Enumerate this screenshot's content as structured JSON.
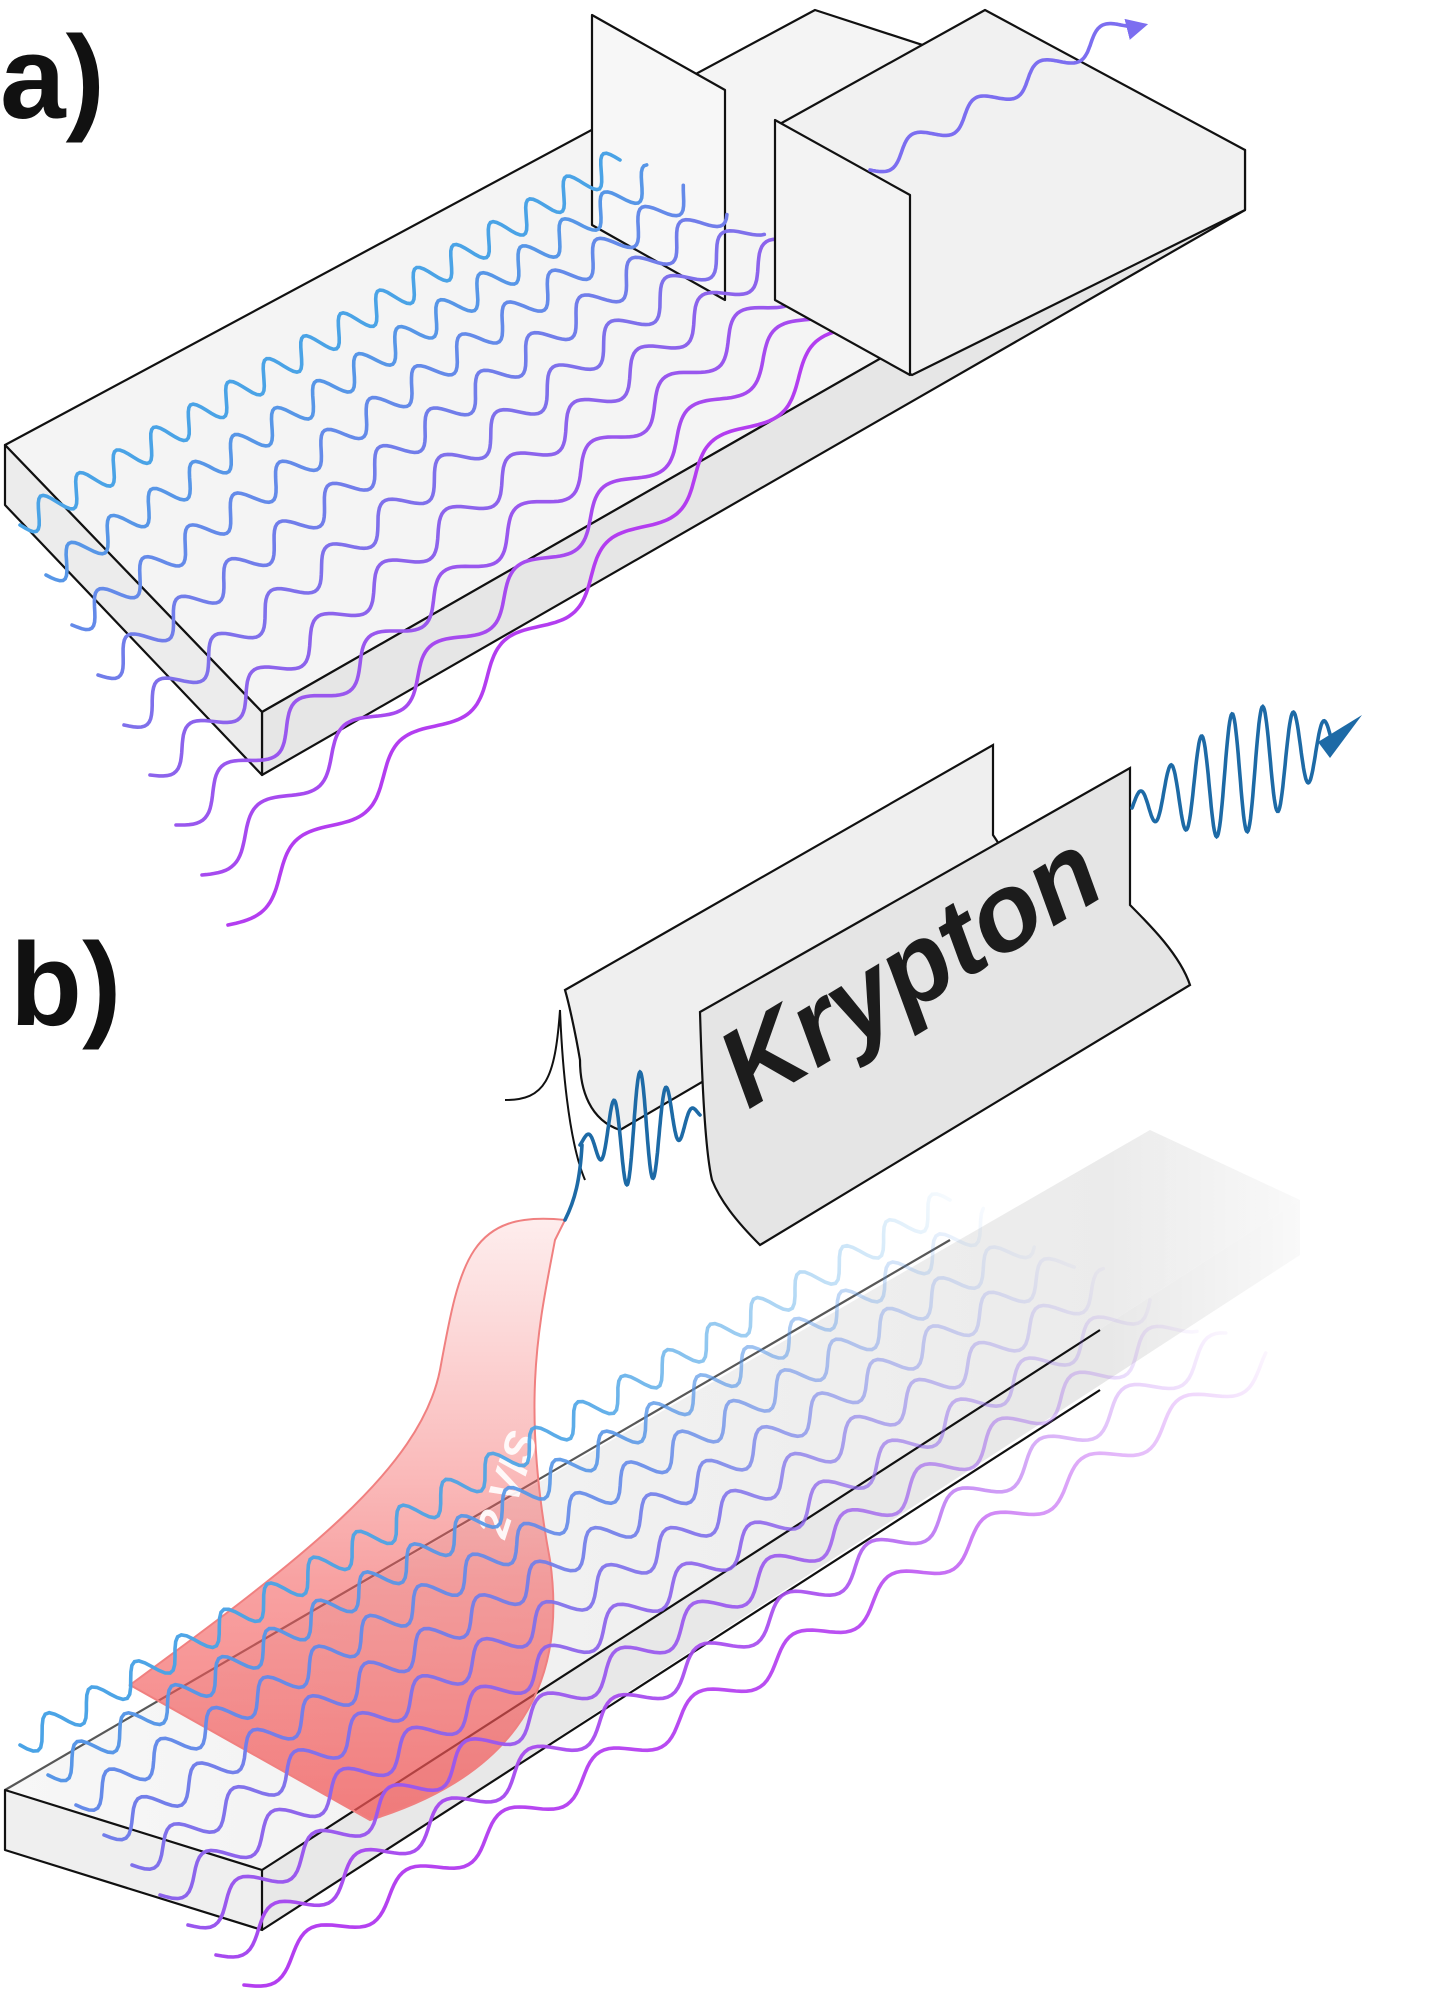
{
  "panels": {
    "a": {
      "label": "a)"
    },
    "b": {
      "label": "b)",
      "material_label": "Krypton",
      "beam_label": "2 VIS"
    }
  },
  "colors": {
    "wave_start": "#4aa3e6",
    "wave_end": "#b33df0",
    "output_wave": "#1d6aa6",
    "vis_beam": "#f25656",
    "slab_face": "#f3f3f3",
    "slab_edge": "#111111"
  },
  "icons": [
    "output-arrow-icon"
  ]
}
